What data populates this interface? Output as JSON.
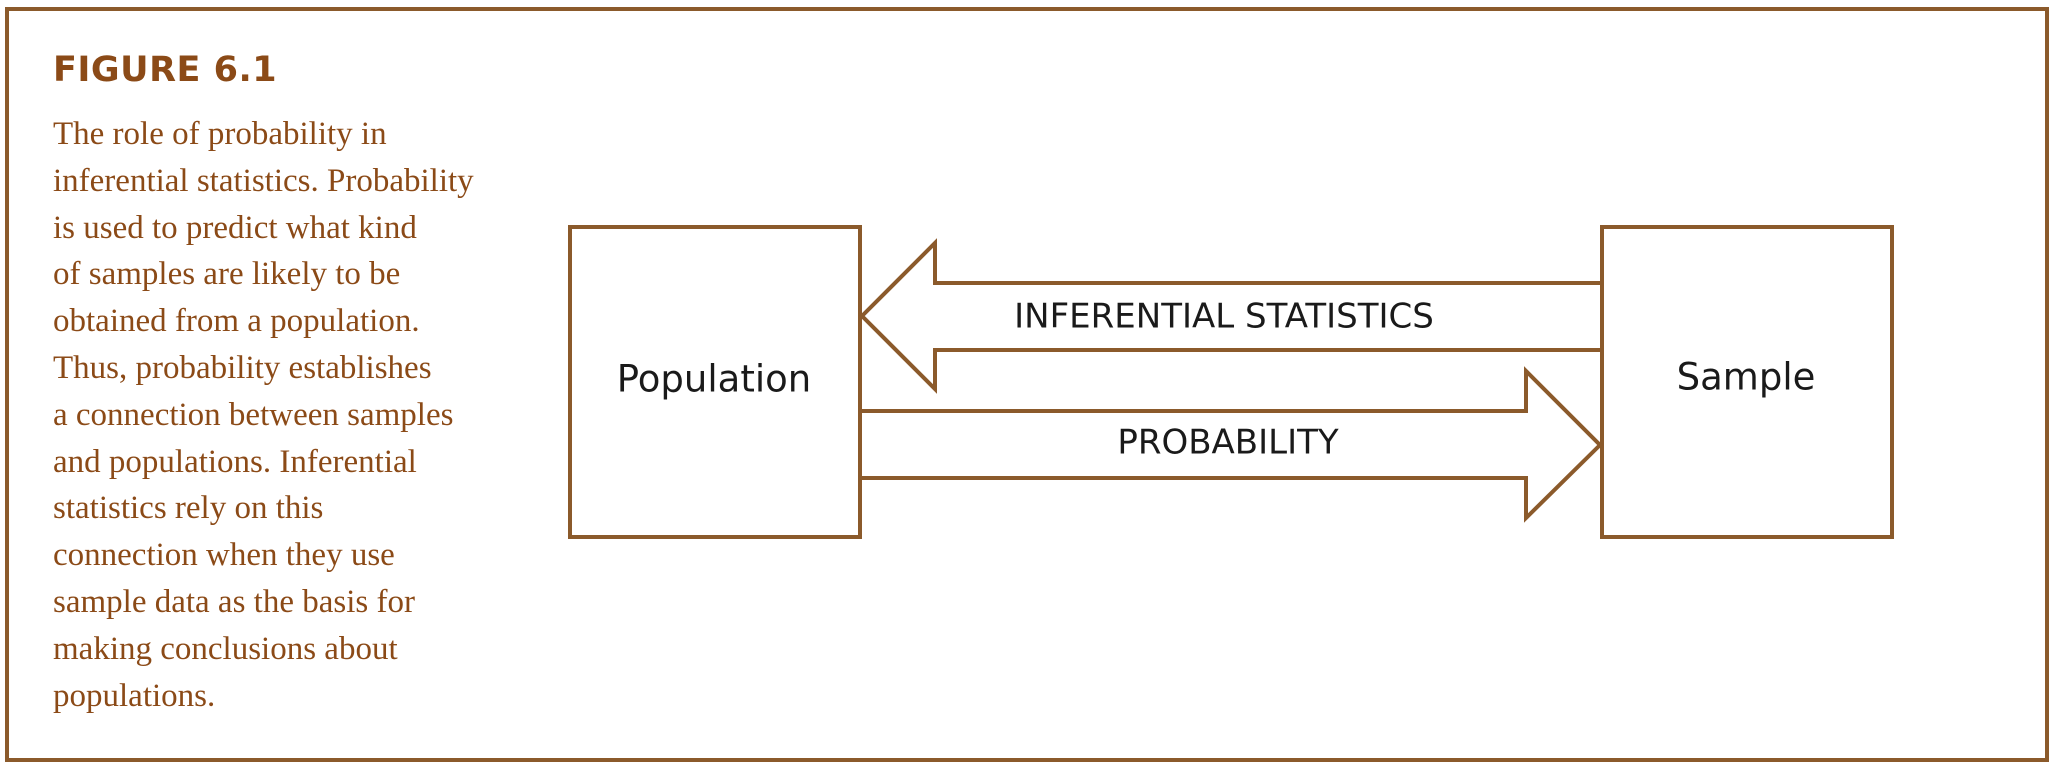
{
  "figure": {
    "title": "FIGURE 6.1",
    "caption_lines": [
      "The role of probability in",
      "inferential statistics. Probability",
      "is used to predict what kind",
      "of samples are likely to be",
      "obtained from a population.",
      "Thus, probability establishes",
      "a connection between samples",
      "and populations. Inferential",
      "statistics rely on this",
      "connection when they use",
      "sample data as the basis for",
      "making conclusions about",
      "populations."
    ]
  },
  "diagram": {
    "nodes": {
      "population": "Population",
      "sample": "Sample"
    },
    "edges": {
      "inferential": "INFERENTIAL STATISTICS",
      "probability": "PROBABILITY"
    }
  },
  "colors": {
    "accent": "#8b5a2b",
    "caption_text": "#8b4a17",
    "diagram_text": "#1a1a1a"
  }
}
